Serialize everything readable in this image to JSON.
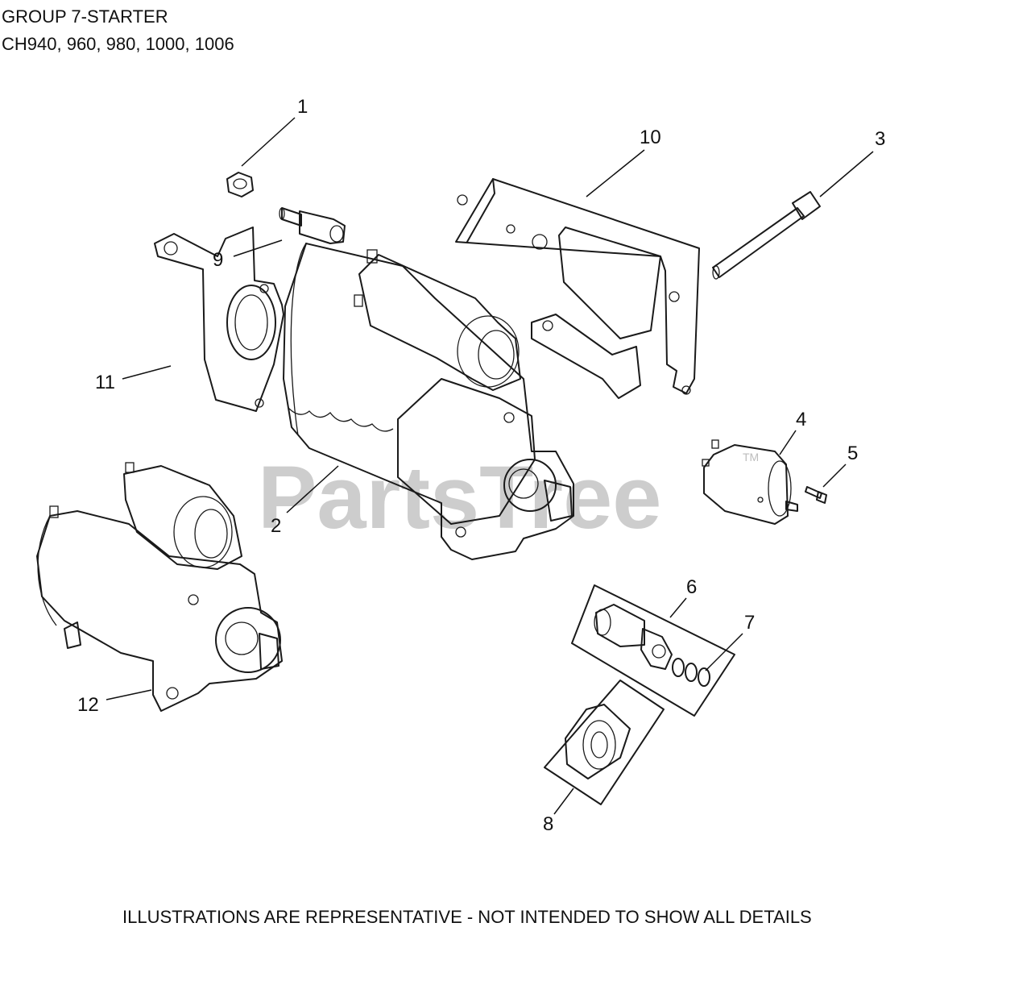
{
  "header": {
    "title_line1": "GROUP 7-STARTER",
    "title_line2": "CH940, 960, 980, 1000, 1006"
  },
  "footer": {
    "note": "ILLUSTRATIONS ARE REPRESENTATIVE - NOT INTENDED TO SHOW ALL DETAILS"
  },
  "watermark": {
    "text": "PartsTree",
    "trademark": "TM"
  },
  "callouts": [
    "1",
    "2",
    "3",
    "4",
    "5",
    "6",
    "7",
    "8",
    "9",
    "10",
    "11",
    "12"
  ]
}
